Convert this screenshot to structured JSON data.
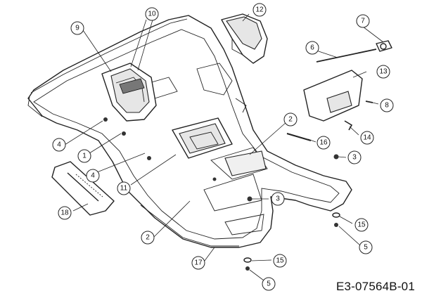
{
  "drawing_code": "E3-07564B-01",
  "callouts": [
    {
      "label": "1"
    },
    {
      "label": "2"
    },
    {
      "label": "2"
    },
    {
      "label": "3"
    },
    {
      "label": "3"
    },
    {
      "label": "4"
    },
    {
      "label": "4"
    },
    {
      "label": "5"
    },
    {
      "label": "5"
    },
    {
      "label": "6"
    },
    {
      "label": "7"
    },
    {
      "label": "8"
    },
    {
      "label": "9"
    },
    {
      "label": "10"
    },
    {
      "label": "11"
    },
    {
      "label": "12"
    },
    {
      "label": "13"
    },
    {
      "label": "14"
    },
    {
      "label": "15"
    },
    {
      "label": "15"
    },
    {
      "label": "16"
    },
    {
      "label": "17"
    },
    {
      "label": "18"
    }
  ]
}
